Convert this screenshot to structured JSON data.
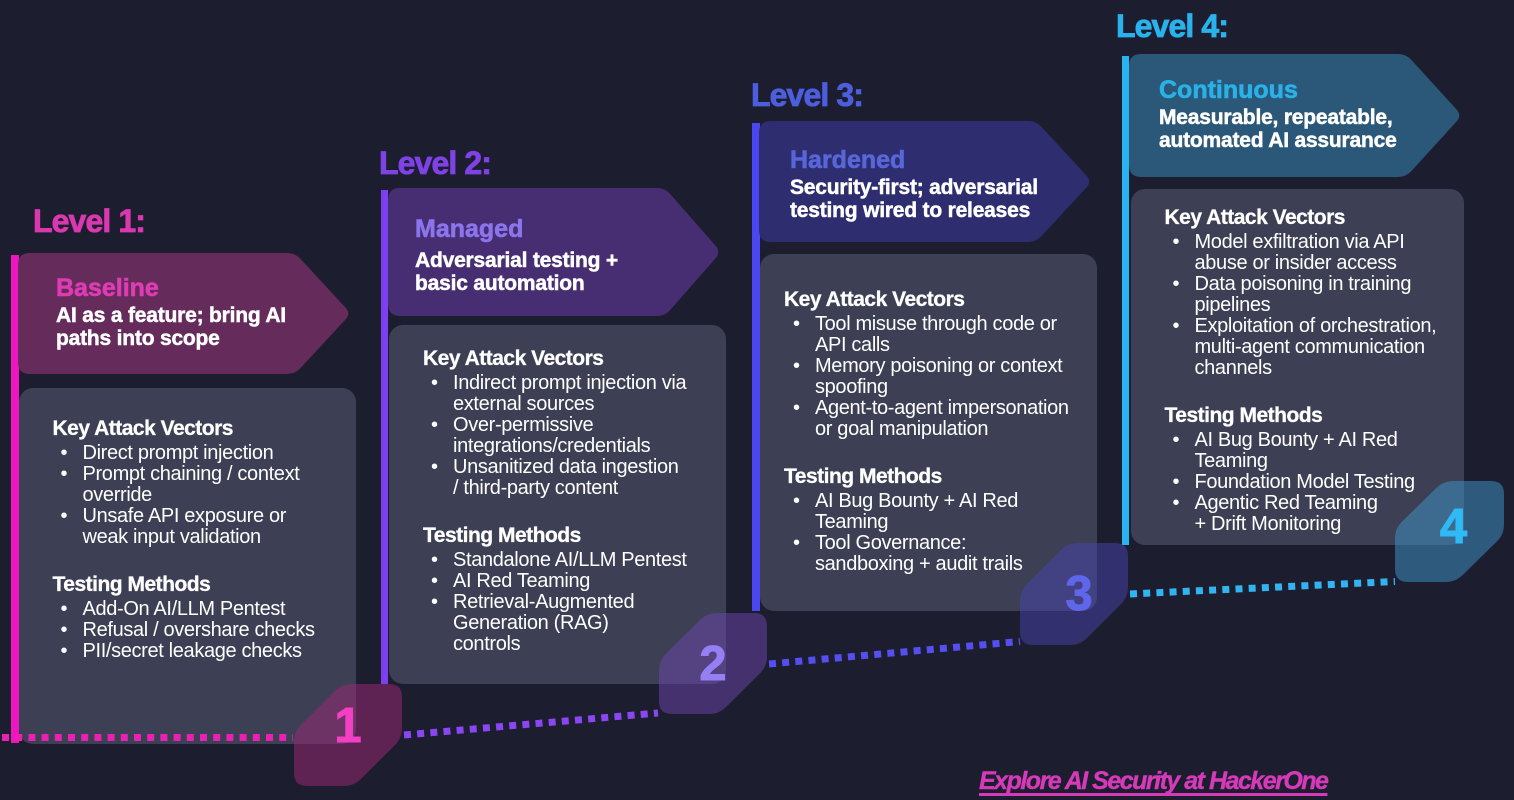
{
  "page": {
    "background": "#1c1e30",
    "footer": {
      "label": "Explore AI Security at HackerOne",
      "color": "#d63ab8"
    }
  },
  "levels": [
    {
      "heading": "Level 1:",
      "title": "Baseline",
      "subtitle": "AI as a feature; bring AI\npaths into scope",
      "number": "1",
      "colors": {
        "heading": "#db38b0",
        "bar": "#ee16c1",
        "banner": "#652c5b",
        "title": "#de3bb4",
        "badge": "#a02576",
        "badge_number": "#f23fc3",
        "dots": "#e921b2"
      },
      "sections": [
        {
          "heading": "Key Attack Vectors",
          "items": [
            "Direct prompt injection",
            "Prompt chaining / context\noverride",
            "Unsafe API exposure or\nweak input validation"
          ]
        },
        {
          "heading": "Testing Methods",
          "items": [
            "Add-On AI/LLM Pentest",
            "Refusal / overshare checks",
            "PII/secret leakage checks"
          ]
        }
      ]
    },
    {
      "heading": "Level 2:",
      "title": "Managed",
      "subtitle": "Adversarial testing +\nbasic automation",
      "number": "2",
      "colors": {
        "heading": "#7f42e4",
        "bar": "#7e3ff2",
        "banner": "#472e73",
        "title": "#8b75ec",
        "badge": "#6e43ab",
        "badge_number": "#9480f2",
        "dots": "#8a46f2"
      },
      "sections": [
        {
          "heading": "Key Attack Vectors",
          "items": [
            "Indirect prompt injection via\nexternal sources",
            "Over-permissive\nintegrations/credentials",
            "Unsanitized data ingestion\n/ third-party content"
          ]
        },
        {
          "heading": "Testing Methods",
          "items": [
            "Standalone AI/LLM Pentest",
            "AI Red Teaming",
            "Retrieval-Augmented\nGeneration (RAG)\ncontrols"
          ]
        }
      ]
    },
    {
      "heading": "Level 3:",
      "title": "Hardened",
      "subtitle": "Security-first; adversarial\ntesting wired to releases",
      "number": "3",
      "colors": {
        "heading": "#4c5ede",
        "bar": "#4a46f0",
        "banner": "#2e2d6f",
        "title": "#5767da",
        "badge": "#4842ae",
        "badge_number": "#5f66ea",
        "dots": "#554ff2"
      },
      "sections": [
        {
          "heading": "Key Attack Vectors",
          "items": [
            "Tool misuse through code or\nAPI calls",
            "Memory poisoning or context\nspoofing",
            "Agent-to-agent impersonation\nor goal manipulation"
          ]
        },
        {
          "heading": "Testing Methods",
          "items": [
            "AI Bug Bounty + AI Red\nTeaming",
            "Tool Governance:\nsandboxing + audit trails"
          ]
        }
      ]
    },
    {
      "heading": "Level 4:",
      "title": "Continuous",
      "subtitle": "Measurable, repeatable,\nautomated AI assurance",
      "number": "4",
      "colors": {
        "heading": "#29b2ec",
        "bar": "#2ab3f0",
        "banner": "#2b5878",
        "title": "#29b1e8",
        "badge": "#3e96ca",
        "badge_number": "#30baf5",
        "dots": "#32b4f0"
      },
      "sections": [
        {
          "heading": "Key Attack Vectors",
          "items": [
            "Model exfiltration via API\nabuse or insider access",
            "Data poisoning in training\npipelines",
            "Exploitation of orchestration,\nmulti-agent communication\nchannels"
          ]
        },
        {
          "heading": "Testing Methods",
          "items": [
            "AI Bug Bounty + AI Red\nTeaming",
            "Foundation Model Testing",
            "Agentic Red Teaming\n+ Drift Monitoring"
          ]
        }
      ]
    }
  ]
}
